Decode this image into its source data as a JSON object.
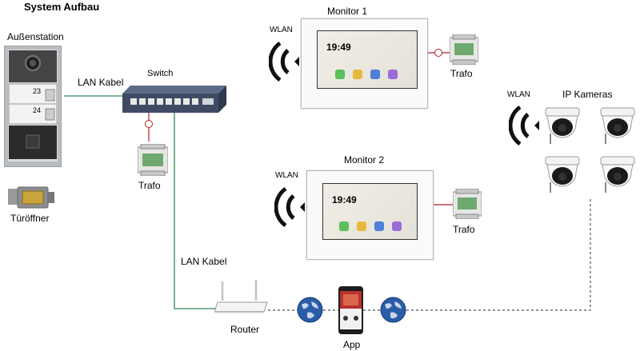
{
  "title": "System Aufbau",
  "labels": {
    "outdoor_station": "Außenstation",
    "lan_cable_top": "LAN Kabel",
    "switch": "Switch",
    "power_supply_switch": "Trafo",
    "door_opener": "Türöffner",
    "lan_cable_bottom": "LAN Kabel",
    "router": "Router",
    "app": "App",
    "monitor1": "Monitor 1",
    "monitor2": "Monitor 2",
    "wlan_monitor1": "WLAN",
    "wlan_monitor2": "WLAN",
    "wlan_cameras": "WLAN",
    "trafo_monitor1": "Trafo",
    "trafo_monitor2": "Trafo",
    "ip_cameras": "IP Kameras"
  },
  "monitor_screen": {
    "time": "19:49"
  },
  "outdoor_panel": {
    "button_top": "23",
    "button_bottom": "24"
  },
  "colors": {
    "lan_cable": "#2e8b57",
    "power_wire": "#b22222",
    "wireless_link": "#555555"
  }
}
